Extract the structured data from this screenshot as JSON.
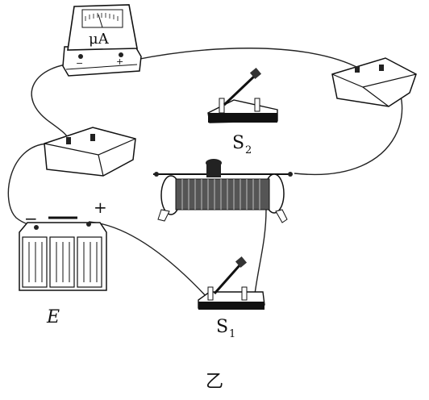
{
  "labels": {
    "meter_unit": "μA",
    "meter_minus": "−",
    "meter_plus": "+",
    "battery_minus": "−",
    "battery_plus": "+",
    "battery_name": "E",
    "switch2_letter": "S",
    "switch2_sub": "2",
    "switch1_letter": "S",
    "switch1_sub": "1",
    "caption": "乙"
  }
}
